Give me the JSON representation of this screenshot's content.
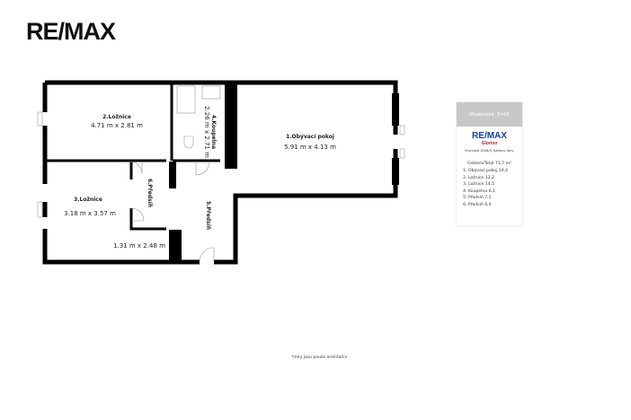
{
  "logo": "RE/MAX",
  "rooms": {
    "r1": {
      "name": "1.Obývací pokoj",
      "dims": "5.91 m x 4.13 m"
    },
    "r2": {
      "name": "2.Ložnice",
      "dims": "4.71 m x 2.81 m"
    },
    "r3": {
      "name": "3.Ložnice",
      "dims": "3.18 m x 3.57 m"
    },
    "r4": {
      "name": "4.Koupelna",
      "dims": "2.26 m x 2.71 m"
    },
    "r5": {
      "name": "5.Předsíň"
    },
    "r6": {
      "name": "6.Předsíň",
      "dims": "1.31 m x 2.48 m"
    }
  },
  "panel": {
    "title": "Moskevská, 3+KK",
    "brand": "RE/MAX",
    "office": "Glorion",
    "address": "Krymská 1056/5, Karlovy Vary",
    "total": "Celkem/Total 71,7 m²",
    "items": [
      "Obývací pokoj 24,4",
      "Ložnice 13,2",
      "Ložnice 14,5",
      "Koupelna 6,1",
      "Předsíň 7,1",
      "Předsíň 6,4"
    ]
  },
  "note": "*míry jsou pouze orientační",
  "colors": {
    "wall": "#000000",
    "brand_blue": "#1a3d8f",
    "brand_red": "#c8102e"
  }
}
